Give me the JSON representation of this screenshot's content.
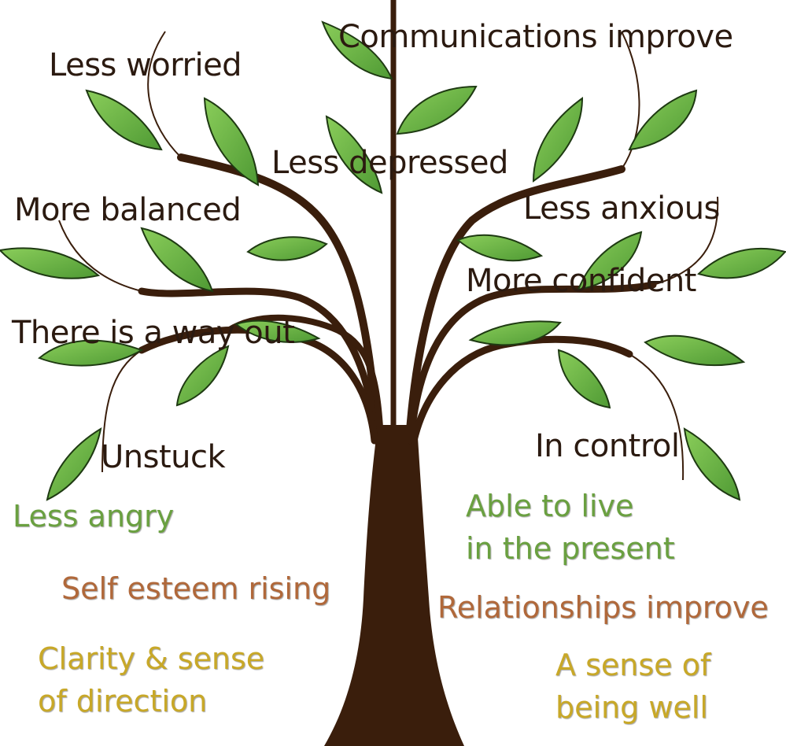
{
  "labels": {
    "communications": "Communications improve",
    "less_worried": "Less worried",
    "less_depressed": "Less depressed",
    "more_balanced": "More balanced",
    "less_anxious": "Less anxious",
    "more_confident": "More confident",
    "way_out": "There is a way out",
    "unstuck": "Unstuck",
    "in_control": "In control",
    "less_angry": "Less angry",
    "live_present_1": "Able to live",
    "live_present_2": "in the present",
    "self_esteem": "Self esteem rising",
    "relationships": "Relationships improve",
    "clarity_1": "Clarity & sense",
    "clarity_2": "of direction",
    "well_being_1": "A sense of",
    "well_being_2": "being well"
  },
  "colors": {
    "trunk": "#3a1e0c",
    "leaf": "#5cab3c",
    "leaf_light": "#8acd5a",
    "leaf_outline": "#1e3a12",
    "text_dark": "#2b1a10",
    "text_green": "#6aa040",
    "text_brown": "#b0683a",
    "text_gold": "#c8a828"
  }
}
